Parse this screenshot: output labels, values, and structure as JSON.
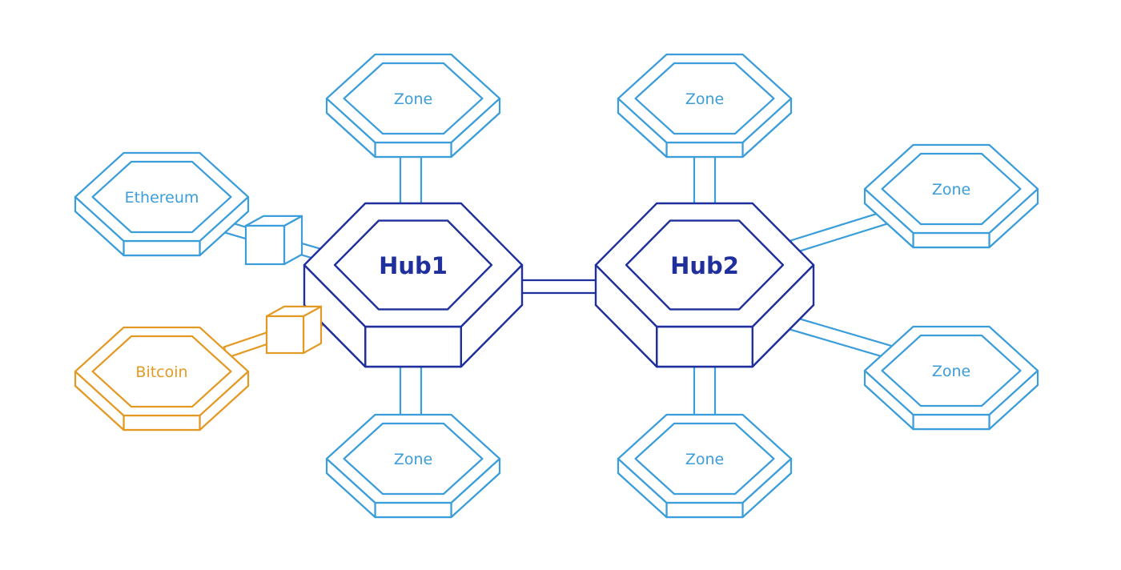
{
  "colors": {
    "zone": "#3b9dd9",
    "hub": "#1f2f9c",
    "bitcoin": "#e39a25",
    "background": "#ffffff"
  },
  "hubs": [
    {
      "key": "hub1",
      "label": "Hub1"
    },
    {
      "key": "hub2",
      "label": "Hub2"
    }
  ],
  "chains": [
    {
      "key": "ethereum",
      "label": "Ethereum",
      "color_key": "zone"
    },
    {
      "key": "bitcoin",
      "label": "Bitcoin",
      "color_key": "bitcoin"
    },
    {
      "key": "zone-hub1-top",
      "label": "Zone",
      "color_key": "zone"
    },
    {
      "key": "zone-hub1-bottom",
      "label": "Zone",
      "color_key": "zone"
    },
    {
      "key": "zone-hub2-top",
      "label": "Zone",
      "color_key": "zone"
    },
    {
      "key": "zone-hub2-bottom",
      "label": "Zone",
      "color_key": "zone"
    },
    {
      "key": "zone-hub2-upper-right",
      "label": "Zone",
      "color_key": "zone"
    },
    {
      "key": "zone-hub2-lower-right",
      "label": "Zone",
      "color_key": "zone"
    }
  ]
}
